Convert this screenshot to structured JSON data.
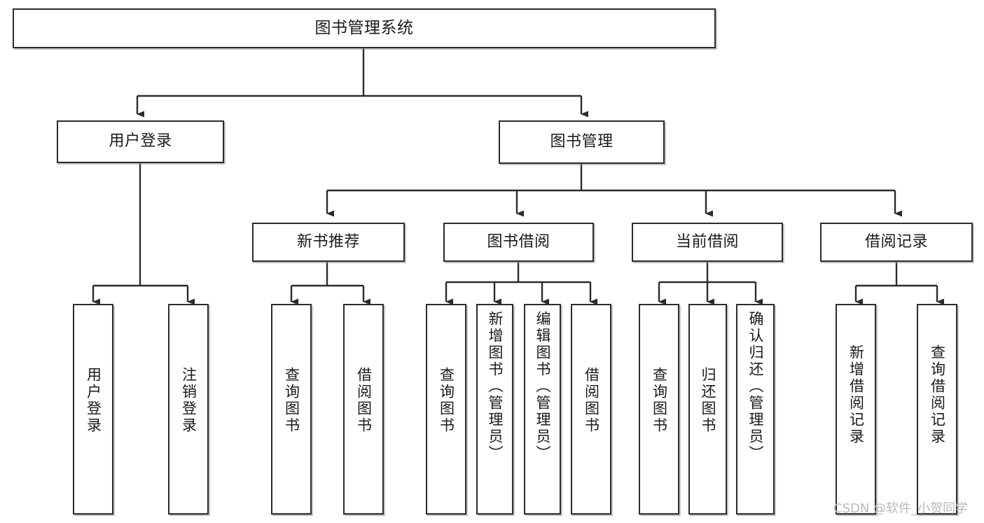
{
  "diagram": {
    "title": "图书管理系统",
    "type": "hierarchy-tree",
    "levels": 4,
    "root": {
      "label": "图书管理系统"
    },
    "level1": [
      {
        "label": "用户登录"
      },
      {
        "label": "图书管理"
      }
    ],
    "level2": [
      {
        "label": "新书推荐"
      },
      {
        "label": "图书借阅"
      },
      {
        "label": "当前借阅"
      },
      {
        "label": "借阅记录"
      }
    ],
    "leaves": {
      "user_login": [
        {
          "label": "用户登录"
        },
        {
          "label": "注销登录"
        }
      ],
      "new_book_recommend": [
        {
          "label": "查询图书"
        },
        {
          "label": "借阅图书"
        }
      ],
      "book_borrow": [
        {
          "label": "查询图书"
        },
        {
          "label": "新增图书（管理员）"
        },
        {
          "label": "编辑图书（管理员）"
        },
        {
          "label": "借阅图书"
        }
      ],
      "current_borrow": [
        {
          "label": "查询图书"
        },
        {
          "label": "归还图书"
        },
        {
          "label": "确认归还（管理员）"
        }
      ],
      "borrow_record": [
        {
          "label": "新增借阅记录"
        },
        {
          "label": "查询借阅记录"
        }
      ]
    }
  },
  "watermark": {
    "text": "CSDN @软件_小贺同学"
  },
  "colors": {
    "box_border": "#2b2b2b",
    "box_fill": "#ffffff",
    "connector": "#2b2b2b",
    "watermark": "#b9b9b9",
    "page_background": "#ffffff"
  }
}
